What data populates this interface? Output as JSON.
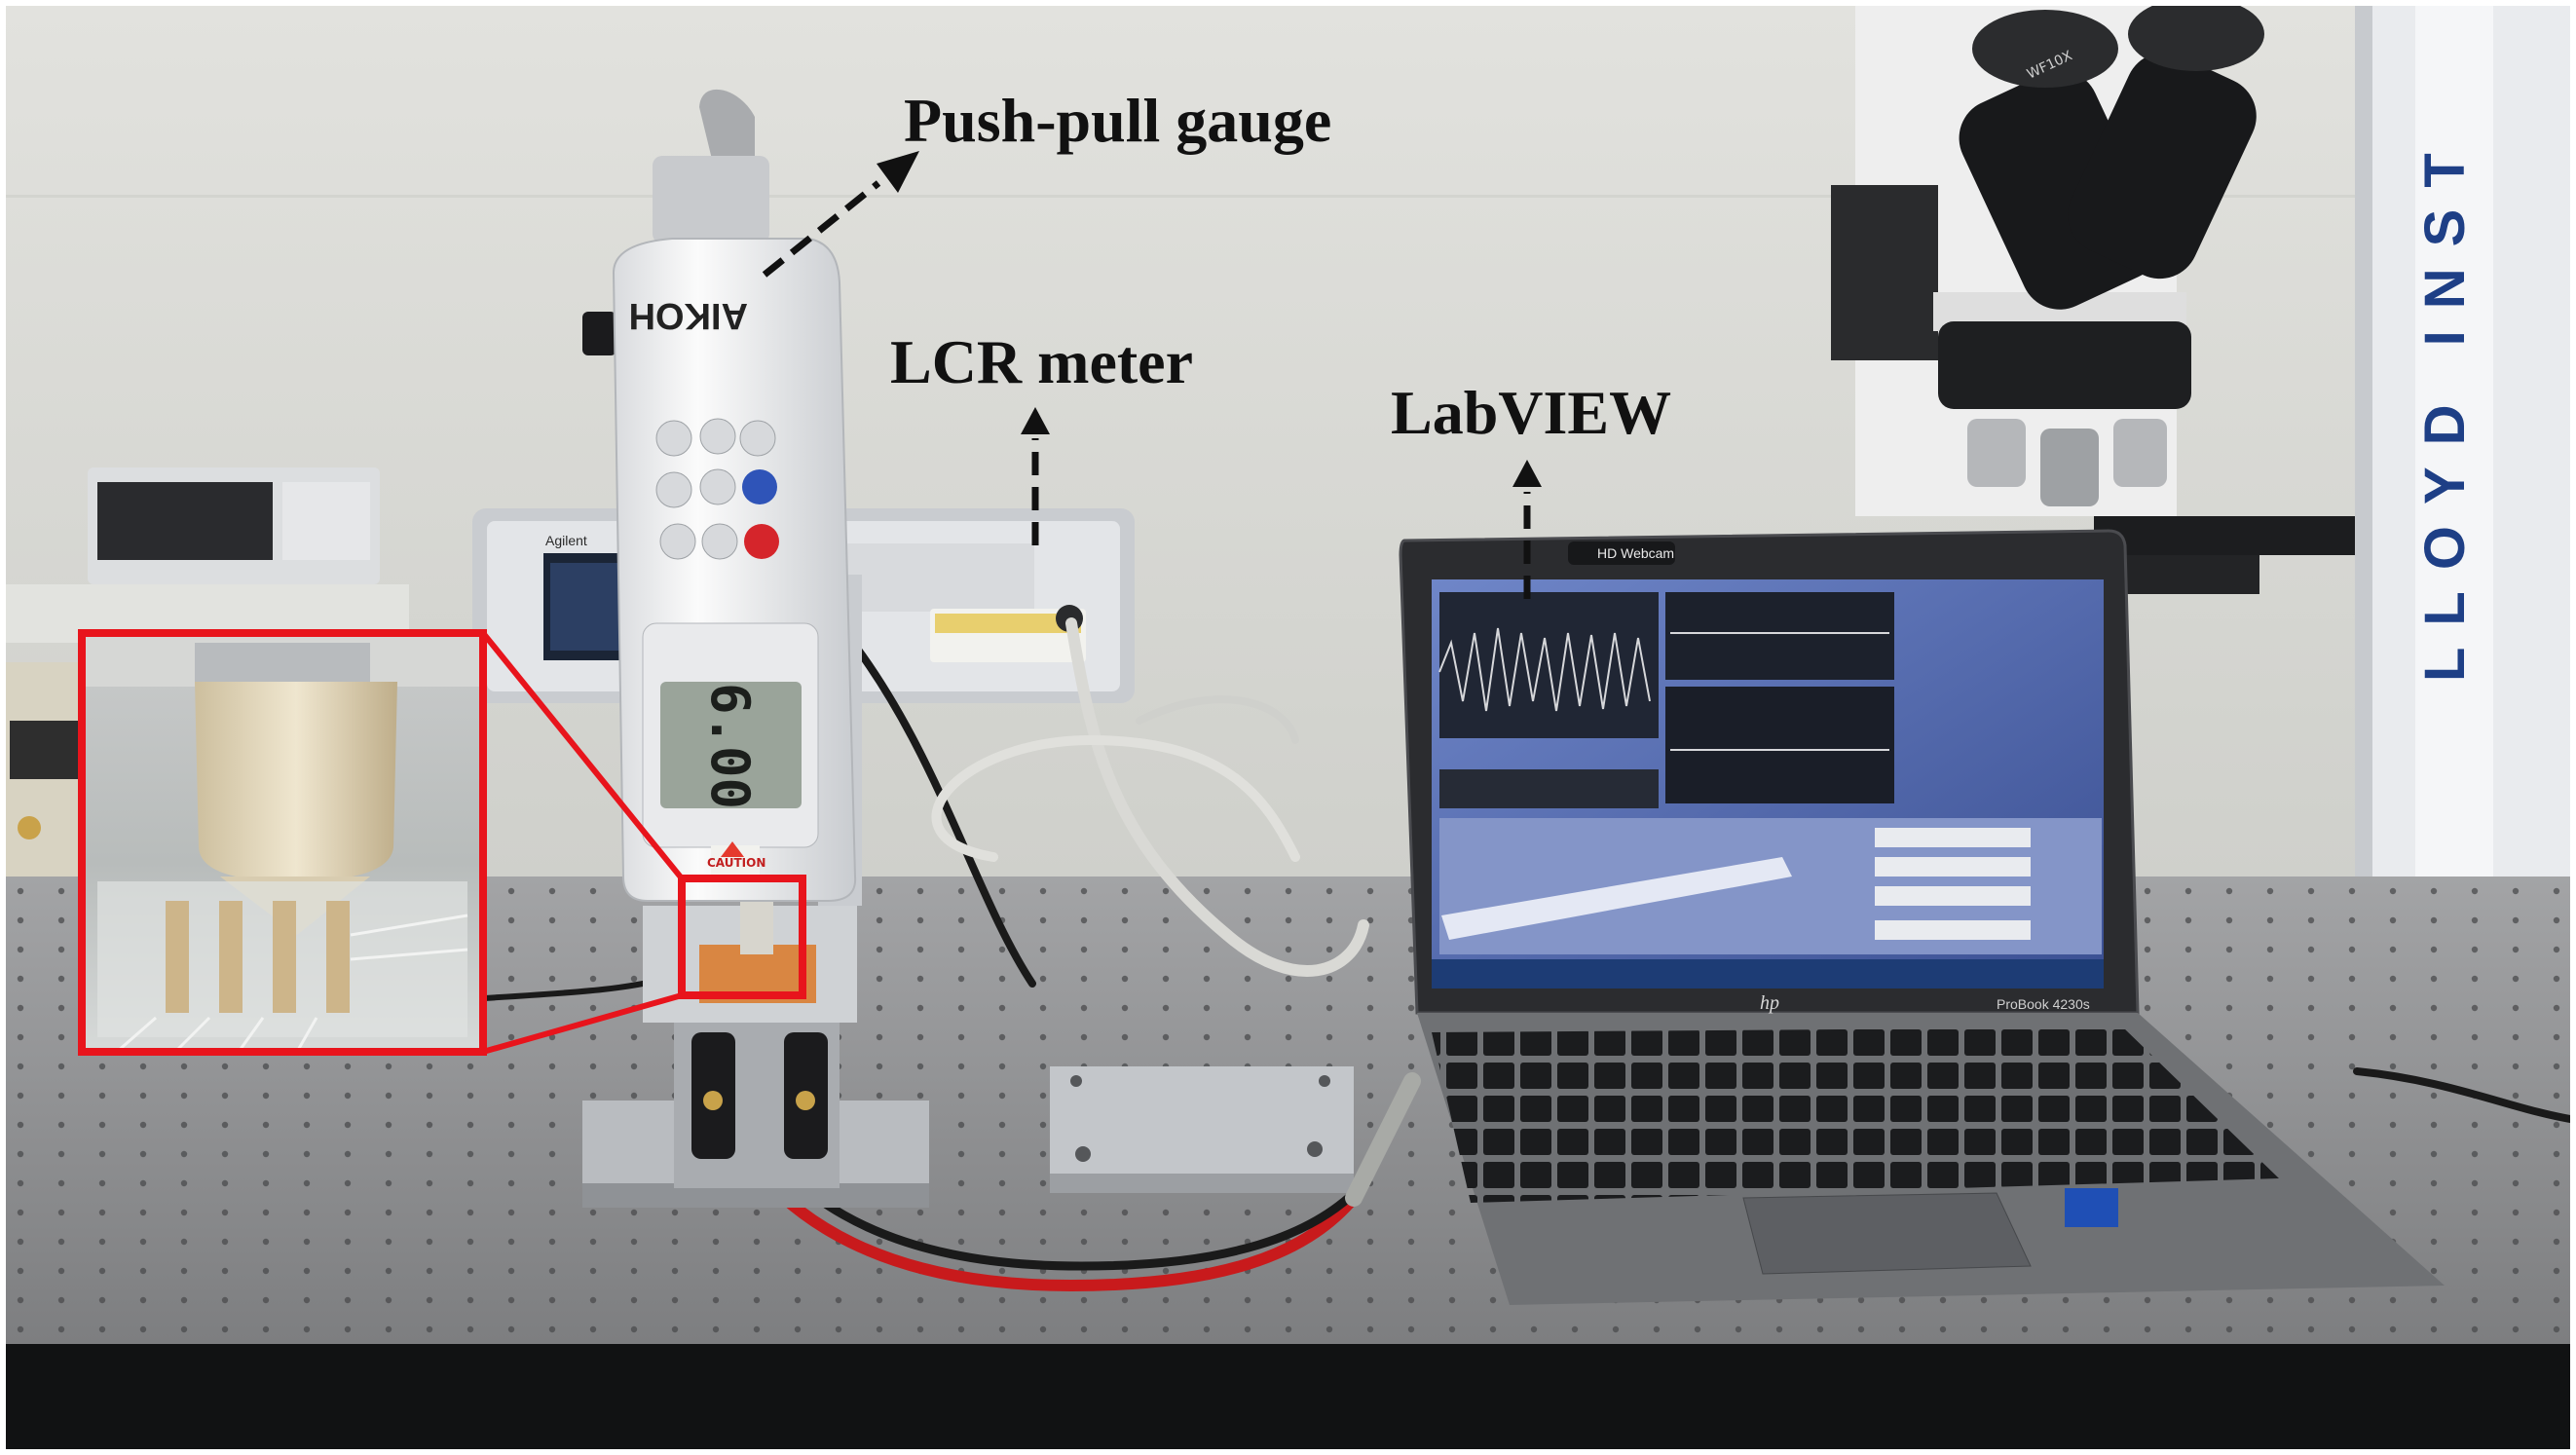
{
  "labels": {
    "push_pull_gauge": "Push-pull gauge",
    "lcr_meter": "LCR meter",
    "labview": "LabVIEW"
  },
  "gauge": {
    "brand": "AIKOH",
    "display_value": "6.00",
    "caution": "CAUTION"
  },
  "laptop": {
    "webcam_label": "HD Webcam",
    "model": "ProBook 4230s",
    "brand": "hp"
  },
  "background": {
    "tower_text": "LLOYD INST",
    "lcr_brand": "Agilent",
    "microscope_eyepiece": "WF10X"
  },
  "colors": {
    "zoom_frame": "#e8141c",
    "arrow": "#111111",
    "table": "#8e8f91",
    "wall": "#dcddd8"
  }
}
